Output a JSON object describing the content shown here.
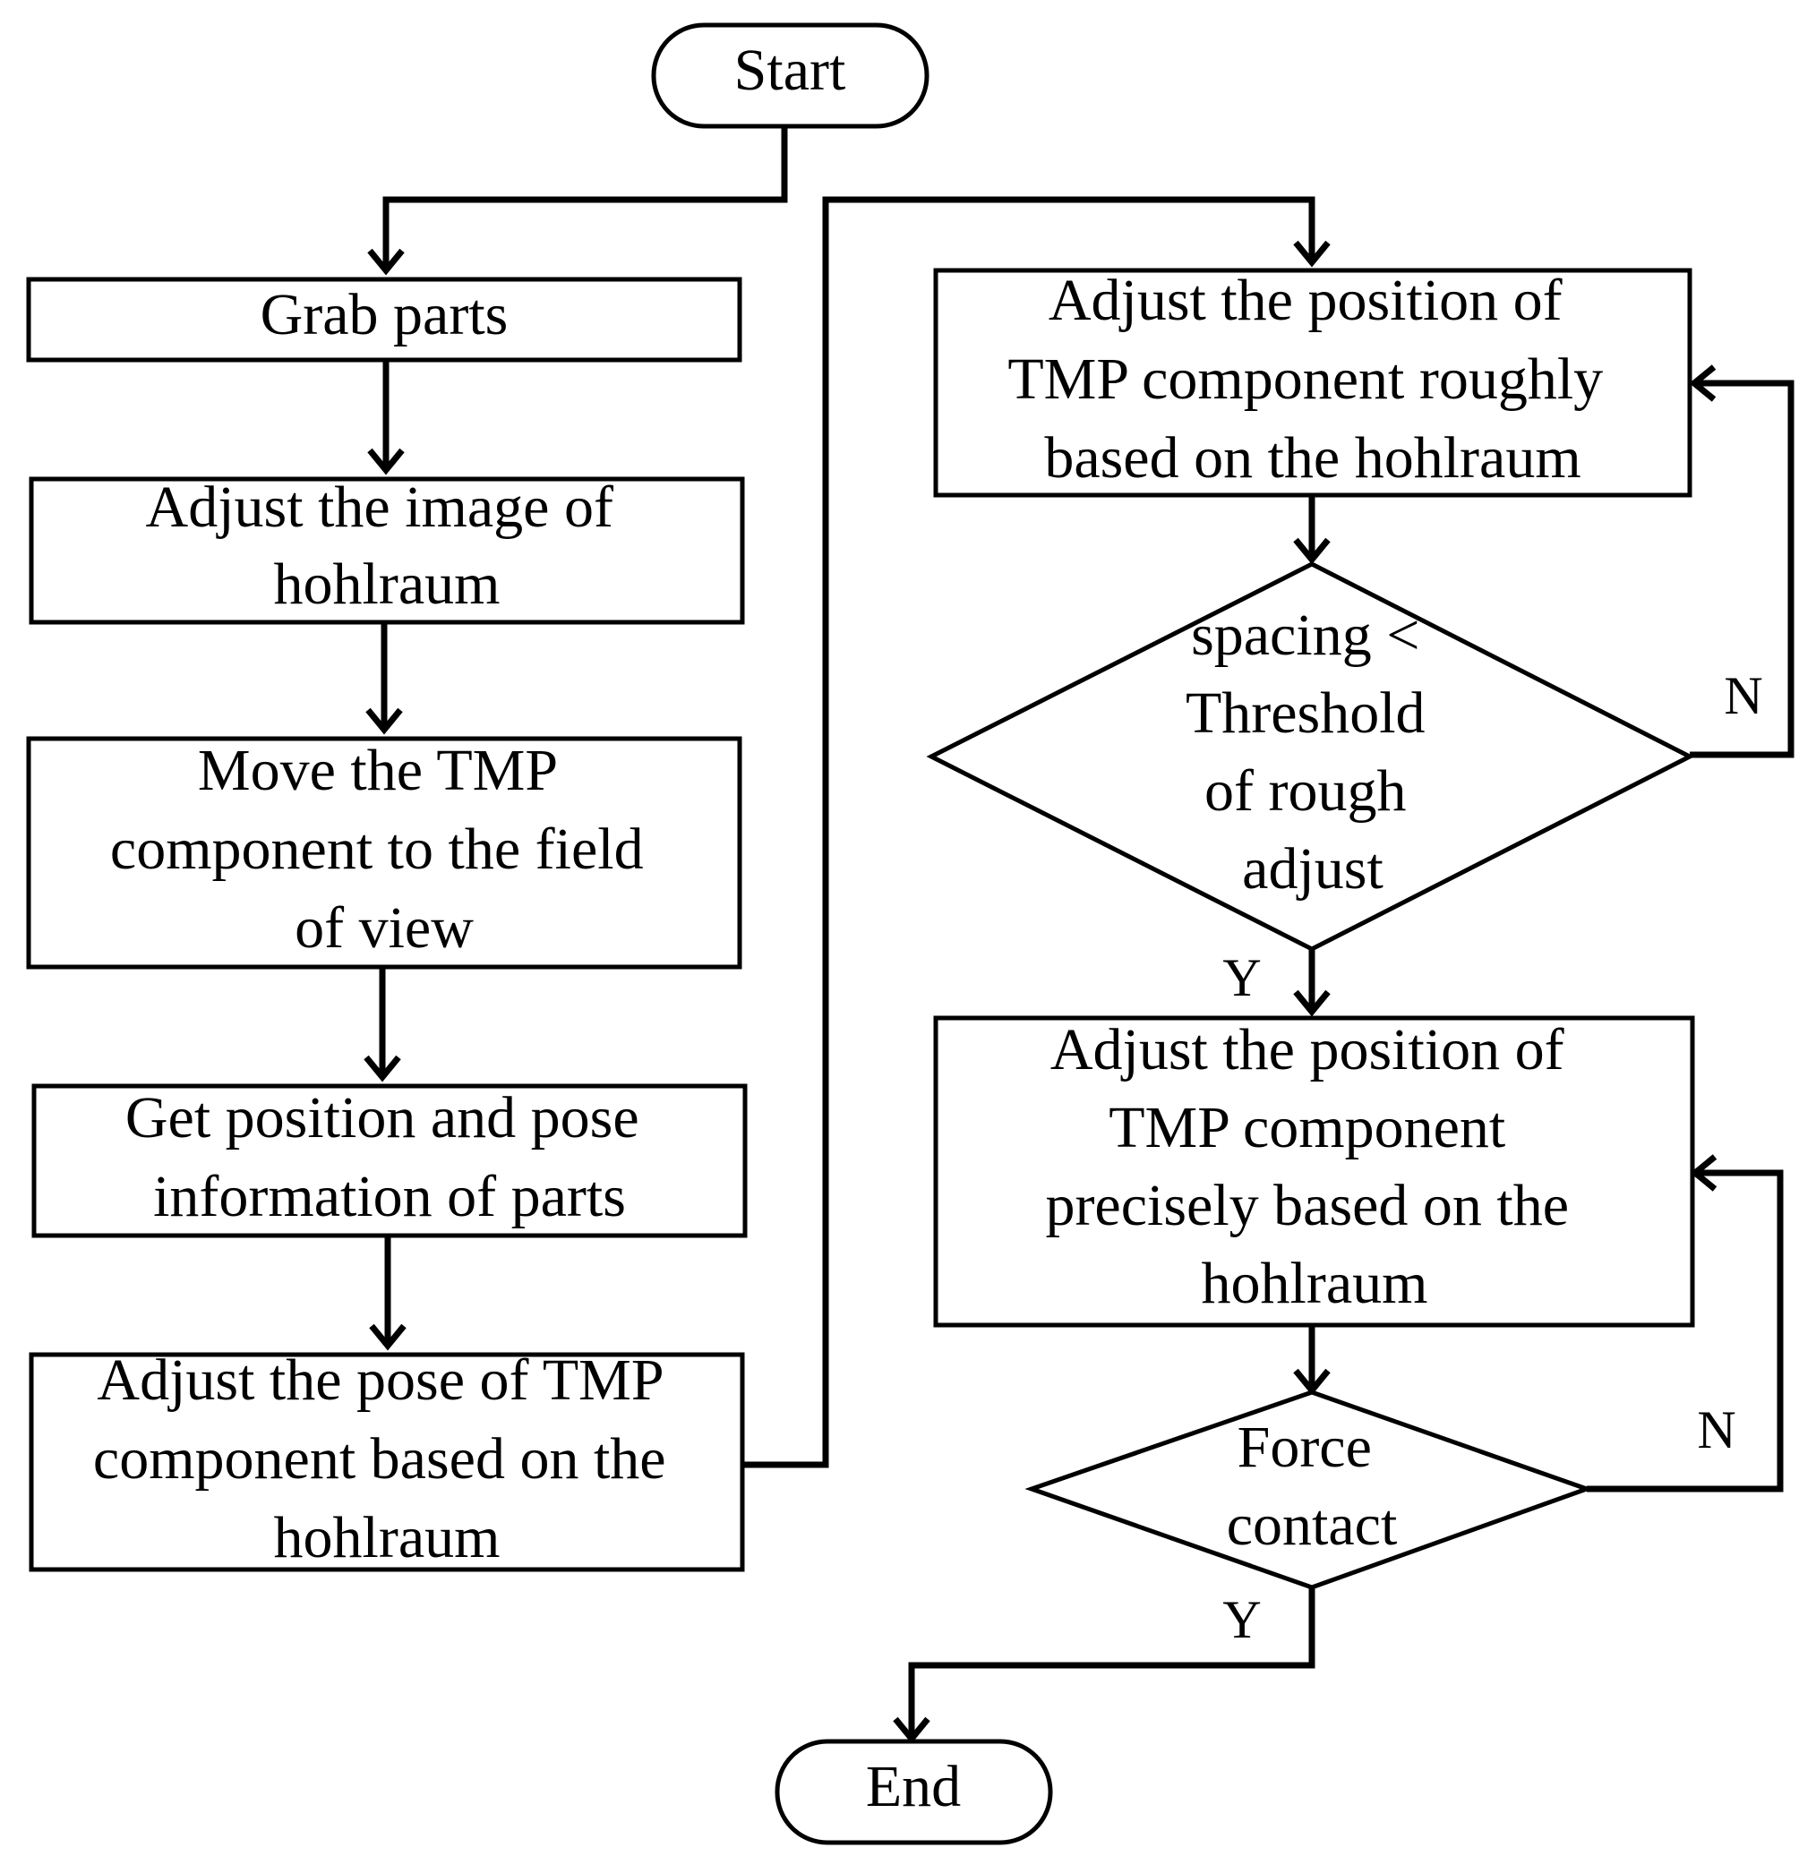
{
  "nodes": {
    "start": "Start",
    "grab_parts": "Grab parts",
    "adjust_image": [
      "Adjust the image of",
      "hohlraum"
    ],
    "move_tmp": [
      "Move the TMP",
      "component to the field",
      "of view"
    ],
    "get_pose": [
      "Get position and pose",
      "information of parts"
    ],
    "adjust_pose": [
      "Adjust the pose of TMP",
      "component based on the",
      "hohlraum"
    ],
    "rough_adjust": [
      "Adjust the position of",
      "TMP component roughly",
      "based on the hohlraum"
    ],
    "spacing_decision": [
      "spacing <",
      "Threshold",
      "of rough",
      "adjust"
    ],
    "precise_adjust": [
      "Adjust the position of",
      "TMP component",
      "precisely based on the",
      "hohlraum"
    ],
    "force_decision": [
      "Force",
      "contact"
    ],
    "end": "End"
  },
  "branch_labels": {
    "spacing_no": "N",
    "spacing_yes": "Y",
    "force_no": "N",
    "force_yes": "Y"
  }
}
